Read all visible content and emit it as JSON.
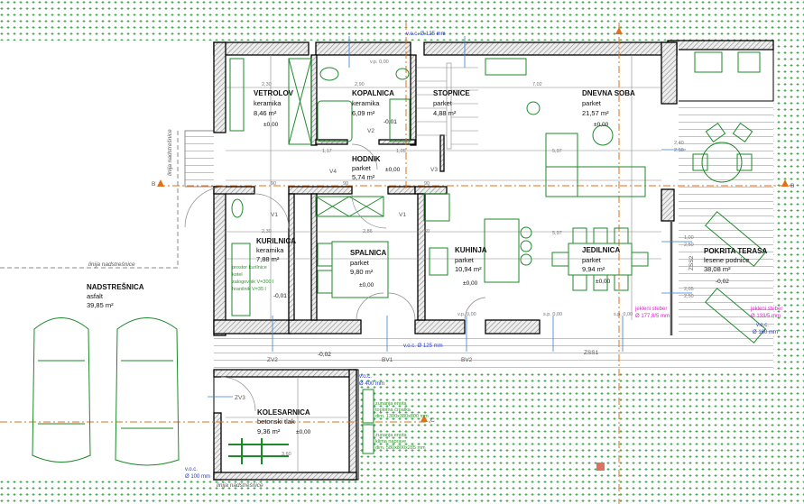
{
  "rooms": {
    "vetrolov": {
      "name": "VETROLOV",
      "floor": "keramika",
      "area": "8,46 m²",
      "level": "±0,00"
    },
    "kopalnica": {
      "name": "KOPALNICA",
      "floor": "keramika",
      "area": "6,09 m²",
      "level": "-0,01"
    },
    "stopnice": {
      "name": "STOPNICE",
      "floor": "parket",
      "area": "4,88 m²"
    },
    "dnevna": {
      "name": "DNEVNA SOBA",
      "floor": "parket",
      "area": "21,57 m²",
      "level": "±0,00"
    },
    "hodnik": {
      "name": "HODNIK",
      "floor": "parket",
      "area": "5,74 m²",
      "level": "±0,00"
    },
    "kurilnica": {
      "name": "KURILNICA",
      "floor": "keramika",
      "area": "7,88 m²",
      "level": "-0,01"
    },
    "spalnica": {
      "name": "SPALNICA",
      "floor": "parket",
      "area": "9,80 m²",
      "level": "±0,00"
    },
    "kuhinja": {
      "name": "KUHINJA",
      "floor": "parket",
      "area": "10,94 m²",
      "level": "±0,00"
    },
    "jedilnica": {
      "name": "JEDILNICA",
      "floor": "parket",
      "area": "9,94 m²",
      "level": "±0,00"
    },
    "terasa": {
      "name": "POKRITA TERASA",
      "floor": "lesene podnice",
      "area": "38,08 m²",
      "level": "-0,02"
    },
    "nadstresnica": {
      "name": "NADSTREŠNICA",
      "floor": "asfalt",
      "area": "39,85 m²"
    },
    "kolesarnica": {
      "name": "KOLESARNICA",
      "floor": "betonski tlak",
      "area": "9,36 m²",
      "level": "±0,00"
    }
  },
  "outdoor_level": "-0,02",
  "doors": [
    "V1",
    "V1",
    "V2",
    "V3",
    "V4",
    "ZV2",
    "ZV3",
    "BV1",
    "BV2",
    "ZSS1",
    "ZSS2"
  ],
  "dimensions": [
    "2,30",
    "2,90",
    "7,02",
    "5,97",
    "5,97",
    "2,30",
    "2,86",
    "60",
    "90",
    "90",
    "90",
    "1,17",
    "1,05",
    "3,60",
    "2,40",
    "2,50",
    "1,00",
    "2,50",
    "2,05",
    "2,50"
  ],
  "notes": {
    "voc125": "v.o.c. Ø 125 mm",
    "voc125_top": "v.o.c. Ø 125 mm",
    "steber1_a": "jekleni steber",
    "steber1_b": "Ø 177,8/5 mm",
    "steber2_a": "jekleni steber",
    "steber2_b": "Ø 133/5 mm",
    "voc160_a": "v.o.c.",
    "voc160_b": "Ø 160 mm",
    "voc100_a": "v.o.c.",
    "voc100_b": "Ø 100 mm",
    "voc400_a": "v.o.c.",
    "voc400_b": "Ø 400 mm",
    "heatpump": [
      "zunanja enota",
      "toplotna črpalka",
      "dim. 1300x380x800 mm"
    ],
    "ac": [
      "zunanja enota",
      "klima naprave",
      "dim. 580x800x285 mm"
    ],
    "roof_line": "linija nadstrešnice",
    "roof_line_v": "linija nadstrešnice",
    "roof_line_bottom": "linija nadstrešnice",
    "section_b": "B",
    "section_b2": "B",
    "section_c": "C",
    "boiler": [
      "prostor kurilnice",
      "kotel",
      "zalogovnik V=300 l",
      "hranilnik V=35 l"
    ],
    "sp": [
      "v.p. 0,00",
      "v.p. 0,00",
      "s.p. 0,00",
      "s.p. 0,00"
    ]
  },
  "colors": {
    "wall_outline": "#000000",
    "furniture": "#1d8a2a",
    "axis": "#e0701a",
    "annotation_magenta": "#e020d0",
    "annotation_blue": "#2a3ad0",
    "grass": "#2a9a3a"
  }
}
